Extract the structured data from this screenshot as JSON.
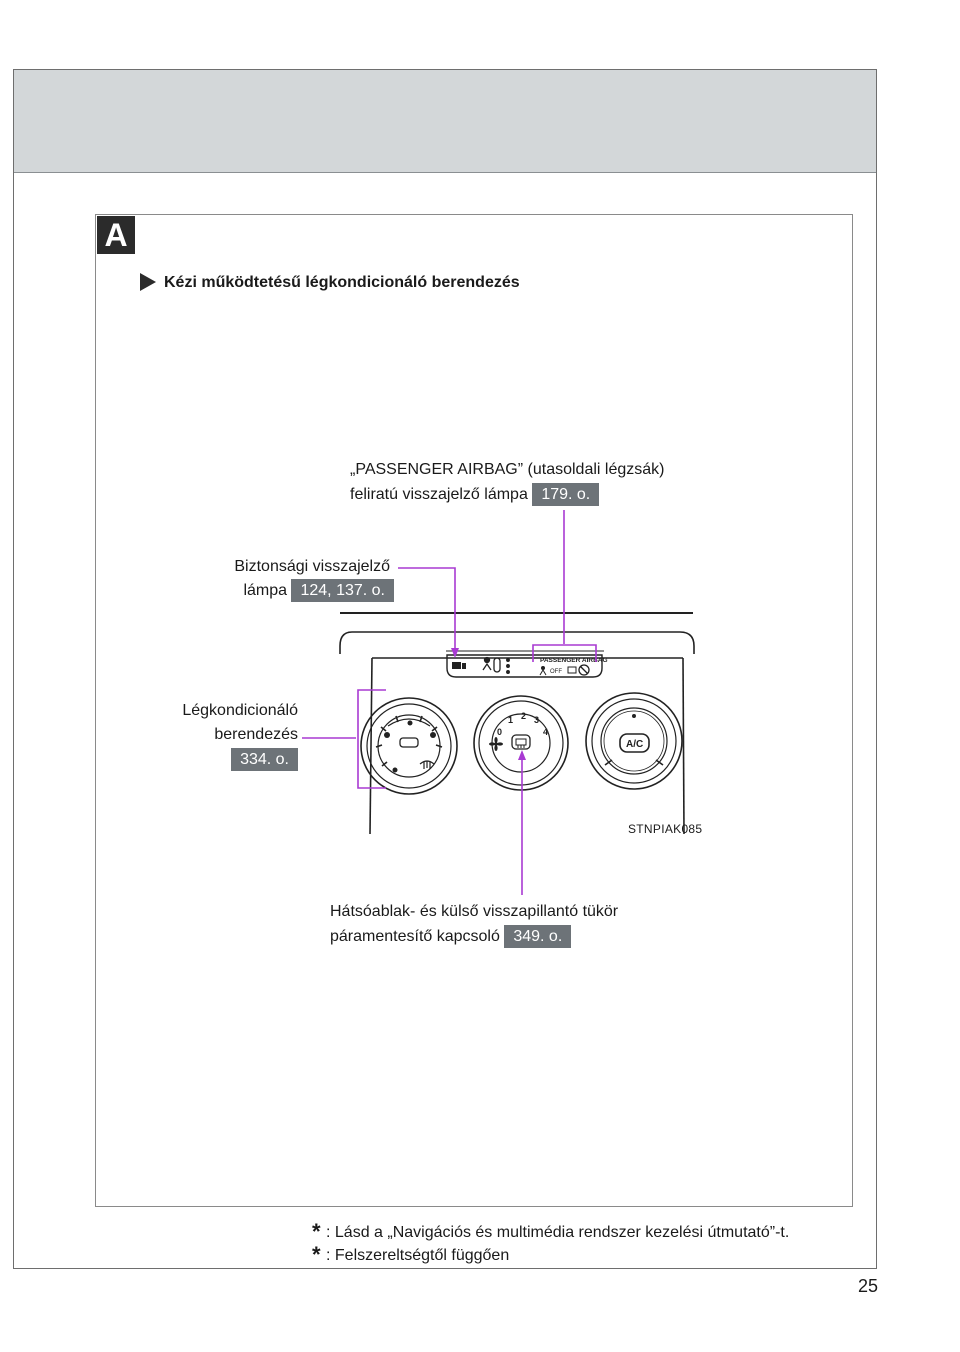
{
  "section_letter": "A",
  "subheading": "Kézi működtetésű légkondicionáló berendezés",
  "callouts": {
    "airbag": {
      "line1": "„PASSENGER AIRBAG” (utasoldali légzsák)",
      "line2": "feliratú visszajelző lámpa",
      "page_ref": "179. o."
    },
    "security": {
      "line1": "Biztonsági visszajelző",
      "line2": "lámpa",
      "page_ref": "124, 137. o."
    },
    "aircon": {
      "line1": "Légkondicionáló",
      "line2": "berendezés",
      "page_ref": "334. o."
    },
    "defogger": {
      "line1": "Hátsóablak- és külső visszapillantó tükör",
      "line2": "páramentesítő kapcsoló",
      "page_ref": "349. o."
    }
  },
  "panel_labels": {
    "passenger_airbag": "PASSENGER AIRBAG",
    "off": "OFF",
    "ac": "A/C",
    "fan_speeds": [
      "0",
      "1",
      "2",
      "3",
      "4"
    ]
  },
  "figure_code": "STNPIAK085",
  "footnotes": [
    ": Lásd a „Navigációs és multimédia rendszer kezelési útmutató”-t.",
    ": Felszereltségtől függően"
  ],
  "page_number": "25",
  "colors": {
    "header_band": "#d3d7d9",
    "badge": "#6d7378",
    "callout_line": "#a83ad2"
  }
}
